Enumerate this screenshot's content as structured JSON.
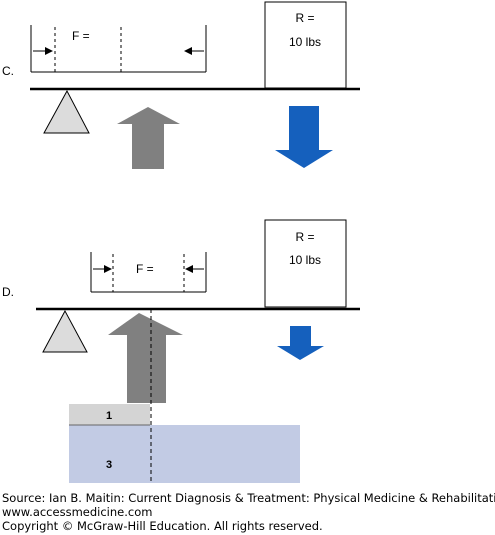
{
  "panel_c": {
    "label": "C.",
    "force_label": "F =",
    "resistance_label": "R =",
    "resistance_value": "10 lbs"
  },
  "panel_d": {
    "label": "D.",
    "force_label": "F =",
    "resistance_label": "R =",
    "resistance_value": "10 lbs",
    "block_1_label": "1",
    "block_3_label": "3"
  },
  "colors": {
    "fulcrum": "#dcdcdc",
    "force_arrow": "#808080",
    "resistance_arrow": "#1560bd",
    "block_light": "#d4d4d4",
    "block_blue": "#c2cbe4"
  },
  "caption": {
    "source": "Source: Ian B. Maitin: Current Diagnosis & Treatment: Physical Medicine & Rehabilitation",
    "website": "www.accessmedicine.com",
    "copyright": "Copyright © McGraw-Hill Education. All rights reserved."
  }
}
